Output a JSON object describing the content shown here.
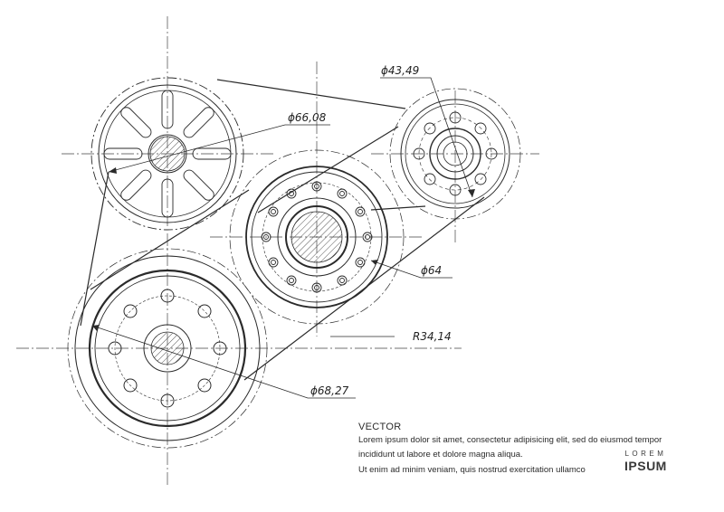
{
  "dimensions": {
    "d_top_pulley": "ϕ43,49",
    "d_left_pulley": "ϕ66,08",
    "d_middle_pulley": "ϕ64",
    "radius_label": "R34,14",
    "d_bottom_pulley": "ϕ68,27"
  },
  "caption": {
    "title": "VECTOR",
    "line1": "Lorem ipsum dolor sit amet, consectetur adipisicing elit, sed do eiusmod tempor",
    "line2": "incididunt ut labore et dolore magna aliqua.",
    "line3": "Ut enim ad minim veniam, quis nostrud exercitation ullamco"
  },
  "logo": {
    "top": "LOREM",
    "bottom": "IPSUM"
  },
  "colors": {
    "stroke": "#2a2a2a",
    "hatch": "#555555",
    "background": "#ffffff"
  }
}
